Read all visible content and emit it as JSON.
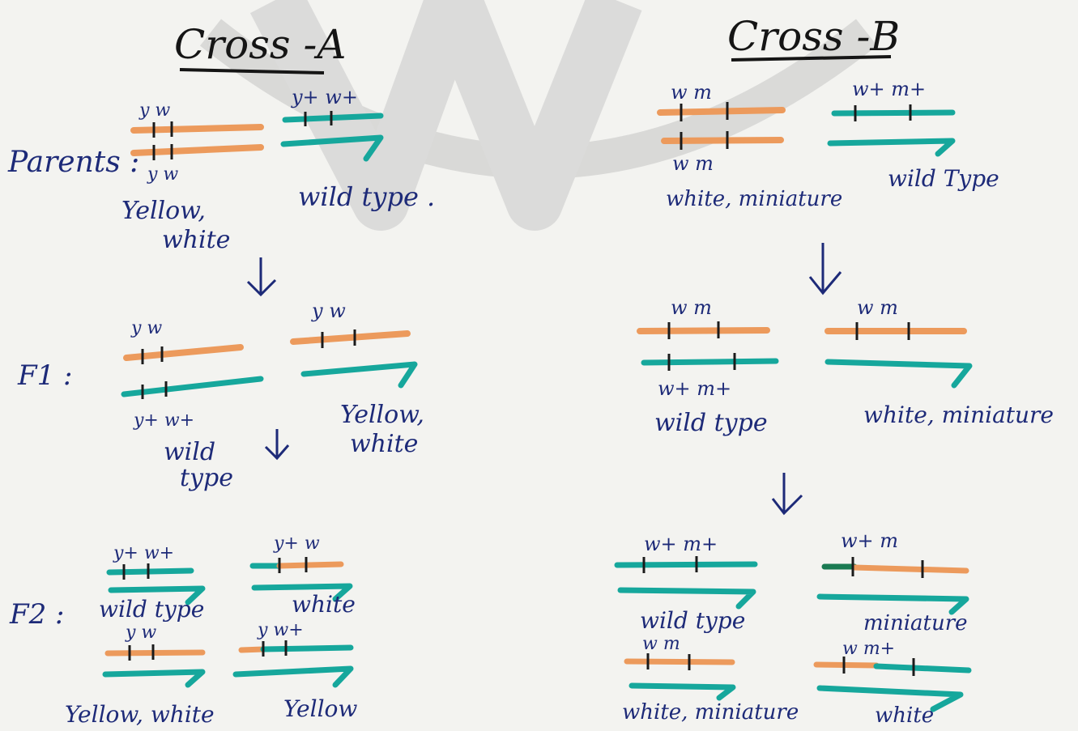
{
  "colors": {
    "paper": "#f3f3f0",
    "ink": "#1d2a78",
    "orange": "#ec9a5c",
    "teal": "#16a79c",
    "tick": "#1b1b1b",
    "watermark": "#c4c4c4"
  },
  "cross_a": {
    "title": "Cross -A",
    "parents_label": "Parents :",
    "f1_label": "F1 :",
    "f2_label": "F2 :",
    "parent_female": {
      "top_alleles": "y w",
      "bottom_alleles": "y w",
      "phenotype_line1": "Yellow,",
      "phenotype_line2": "white"
    },
    "parent_male": {
      "alleles": "y+ w+",
      "phenotype": "wild type ."
    },
    "f1_female": {
      "top_alleles": "y w",
      "bottom_alleles": "y+ w+",
      "phenotype_line1": "wild",
      "phenotype_line2": "type"
    },
    "f1_male": {
      "alleles": "y w",
      "phenotype_line1": "Yellow,",
      "phenotype_line2": "white"
    },
    "f2": [
      {
        "alleles": "y+ w+",
        "phenotype": "wild type"
      },
      {
        "alleles": "y+ w",
        "phenotype": "white"
      },
      {
        "alleles": "y w",
        "phenotype": "Yellow, white"
      },
      {
        "alleles": "y w+",
        "phenotype": "Yellow"
      }
    ]
  },
  "cross_b": {
    "title": "Cross -B",
    "parent_female": {
      "top_alleles": "w m",
      "bottom_alleles": "w m",
      "phenotype": "white, miniature"
    },
    "parent_male": {
      "alleles": "w+ m+",
      "phenotype": "wild Type"
    },
    "f1_female": {
      "top_alleles": "w m",
      "bottom_alleles": "w+ m+",
      "phenotype": "wild type"
    },
    "f1_male": {
      "alleles": "w m",
      "phenotype": "white, miniature"
    },
    "f2": [
      {
        "alleles": "w+ m+",
        "phenotype": "wild type"
      },
      {
        "alleles": "w+ m",
        "phenotype": "miniature"
      },
      {
        "alleles": "w m",
        "phenotype": "white, miniature"
      },
      {
        "alleles": "w m+",
        "phenotype": "white"
      }
    ]
  }
}
